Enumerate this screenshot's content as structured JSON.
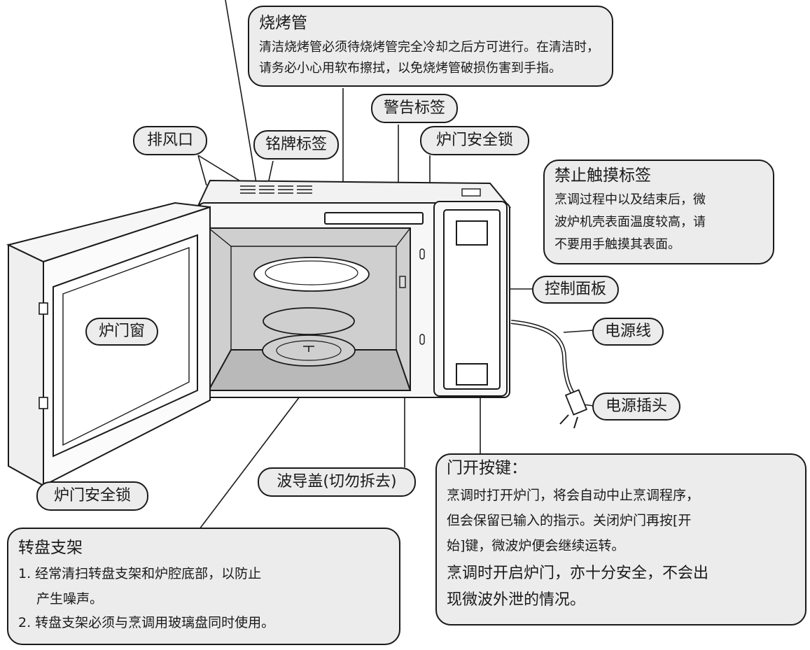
{
  "callouts": {
    "heater": {
      "title": "烧烤管",
      "lines": [
        "清洁烧烤管必须待烧烤管完全冷却之后方可进行。在清洁时，",
        "请务必小心用软布擦拭，以免烧烤管破损伤害到手指。"
      ]
    },
    "no_touch": {
      "title": "禁止触摸标签",
      "lines": [
        "烹调过程中以及结束后，微",
        "波炉机壳表面温度较高，请",
        "不要用手触摸其表面。"
      ]
    },
    "door_button": {
      "title": "门开按键：",
      "lines": [
        "烹调时打开炉门，将会自动中止烹调程序，",
        "但会保留已输入的指示。关闭炉门再按[开",
        "始]键，微波炉便会继续运转。",
        "烹调时开启炉门，亦十分安全，不会出",
        "现微波外泄的情况。"
      ]
    },
    "turntable_support": {
      "title": "转盘支架",
      "lines": [
        "1. 经常清扫转盘支架和炉腔底部，以防止",
        "产生噪声。",
        "2. 转盘支架必须与烹调用玻璃盘同时使用。"
      ]
    }
  },
  "labels": {
    "warning_label": "警告标签",
    "vent": "排风口",
    "nameplate": "铭牌标签",
    "door_lock_top": "炉门安全锁",
    "control_panel": "控制面板",
    "door_window": "炉门窗",
    "power_cord": "电源线",
    "power_plug": "电源插头",
    "door_lock_bottom": "炉门安全锁",
    "waveguide_cover": "波导盖(切勿拆去)"
  },
  "colors": {
    "callout_fill": "#ececec",
    "outline": "#1a1a1a",
    "cavity": "#cfcfcf",
    "cavity_floor": "#b9b9b9"
  }
}
